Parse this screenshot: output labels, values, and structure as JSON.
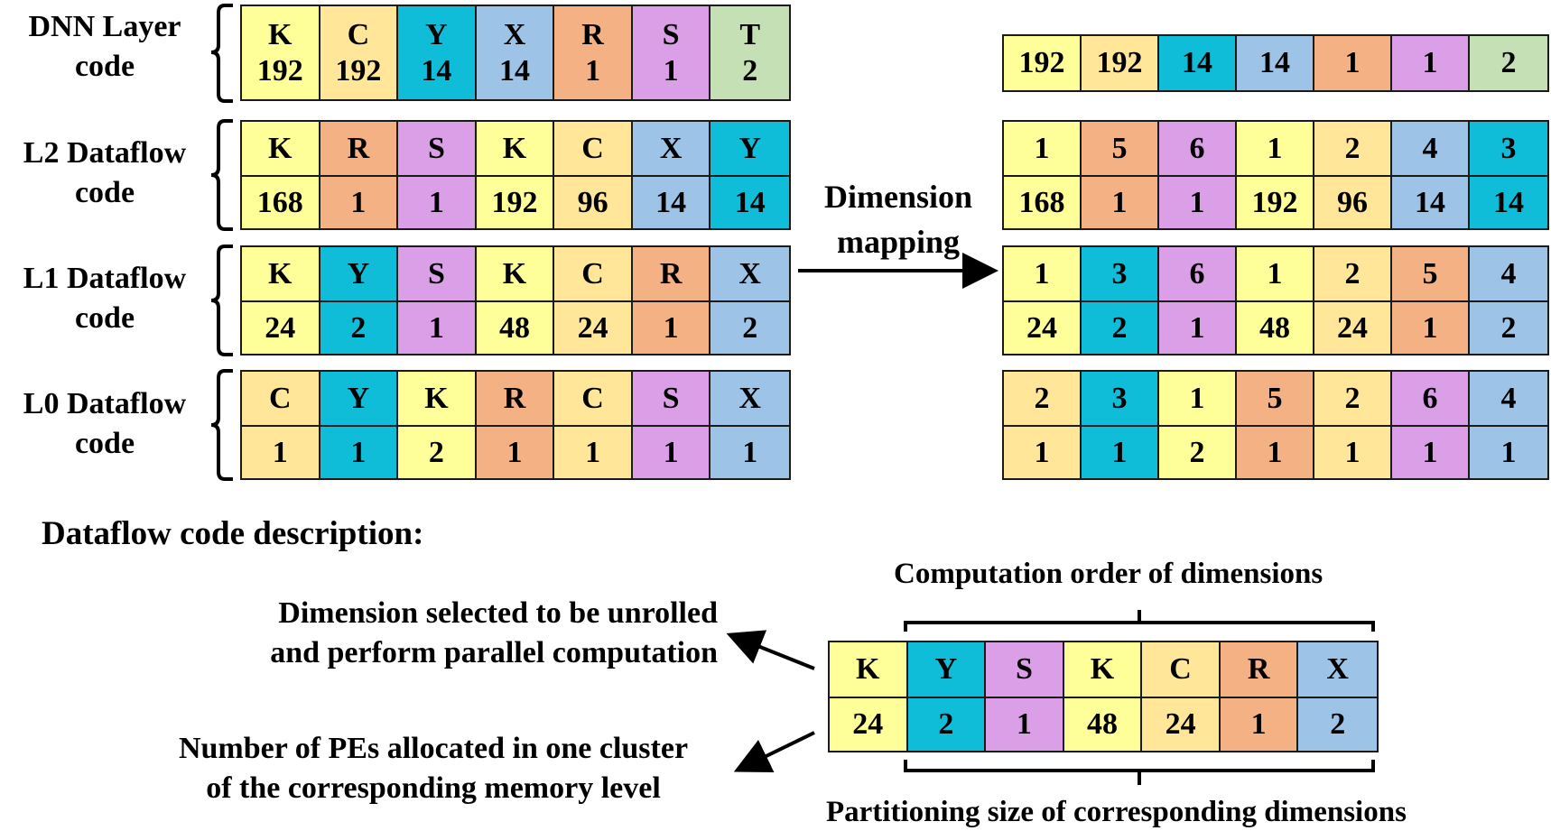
{
  "colors": {
    "K": "#FFFF99",
    "C": "#FFE699",
    "Y": "#0FBDD9",
    "X": "#9DC3E6",
    "R": "#F4B183",
    "S": "#DA9FE6",
    "T": "#C5E0B4"
  },
  "layer": {
    "label_line1": "DNN Layer",
    "label_line2": "code",
    "dims": [
      "K",
      "C",
      "Y",
      "X",
      "R",
      "S",
      "T"
    ],
    "sizes": [
      "192",
      "192",
      "14",
      "14",
      "1",
      "1",
      "2"
    ],
    "mapped_sizes": [
      "192",
      "192",
      "14",
      "14",
      "1",
      "1",
      "2"
    ]
  },
  "levels": [
    {
      "label_line1": "L2 Dataflow",
      "label_line2": "code",
      "dims": [
        "K",
        "R",
        "S",
        "K",
        "C",
        "X",
        "Y"
      ],
      "sizes": [
        "168",
        "1",
        "1",
        "192",
        "96",
        "14",
        "14"
      ],
      "mapped_index": [
        "1",
        "5",
        "6",
        "1",
        "2",
        "4",
        "3"
      ]
    },
    {
      "label_line1": "L1 Dataflow",
      "label_line2": "code",
      "dims": [
        "K",
        "Y",
        "S",
        "K",
        "C",
        "R",
        "X"
      ],
      "sizes": [
        "24",
        "2",
        "1",
        "48",
        "24",
        "1",
        "2"
      ],
      "mapped_index": [
        "1",
        "3",
        "6",
        "1",
        "2",
        "5",
        "4"
      ]
    },
    {
      "label_line1": "L0 Dataflow",
      "label_line2": "code",
      "dims": [
        "C",
        "Y",
        "K",
        "R",
        "C",
        "S",
        "X"
      ],
      "sizes": [
        "1",
        "1",
        "2",
        "1",
        "1",
        "1",
        "1"
      ],
      "mapped_index": [
        "2",
        "3",
        "1",
        "5",
        "2",
        "6",
        "4"
      ]
    }
  ],
  "mapping_label": {
    "line1": "Dimension",
    "line2": "mapping"
  },
  "description": {
    "title": "Dataflow code description:",
    "example_dims": [
      "K",
      "Y",
      "S",
      "K",
      "C",
      "R",
      "X"
    ],
    "example_sizes": [
      "24",
      "2",
      "1",
      "48",
      "24",
      "1",
      "2"
    ],
    "computation_order": "Computation order of dimensions",
    "partitioning": "Partitioning size of corresponding dimensions",
    "unrolled_line1": "Dimension selected to be unrolled",
    "unrolled_line2": "and perform parallel computation",
    "pes_line1": "Number of PEs allocated in one cluster",
    "pes_line2": "of the corresponding memory level"
  }
}
